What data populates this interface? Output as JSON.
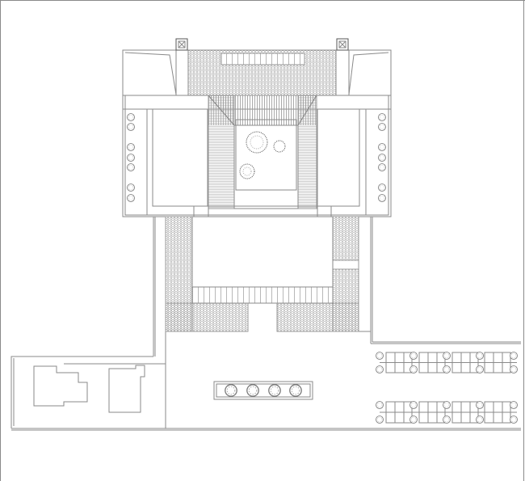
{
  "drawing": {
    "line_color": "#8a8a8a",
    "background": "#ffffff",
    "elements": [
      "main-building",
      "inner-courtyard",
      "front-courtyard",
      "neighbor-buildings",
      "planter",
      "parking-lots"
    ]
  }
}
